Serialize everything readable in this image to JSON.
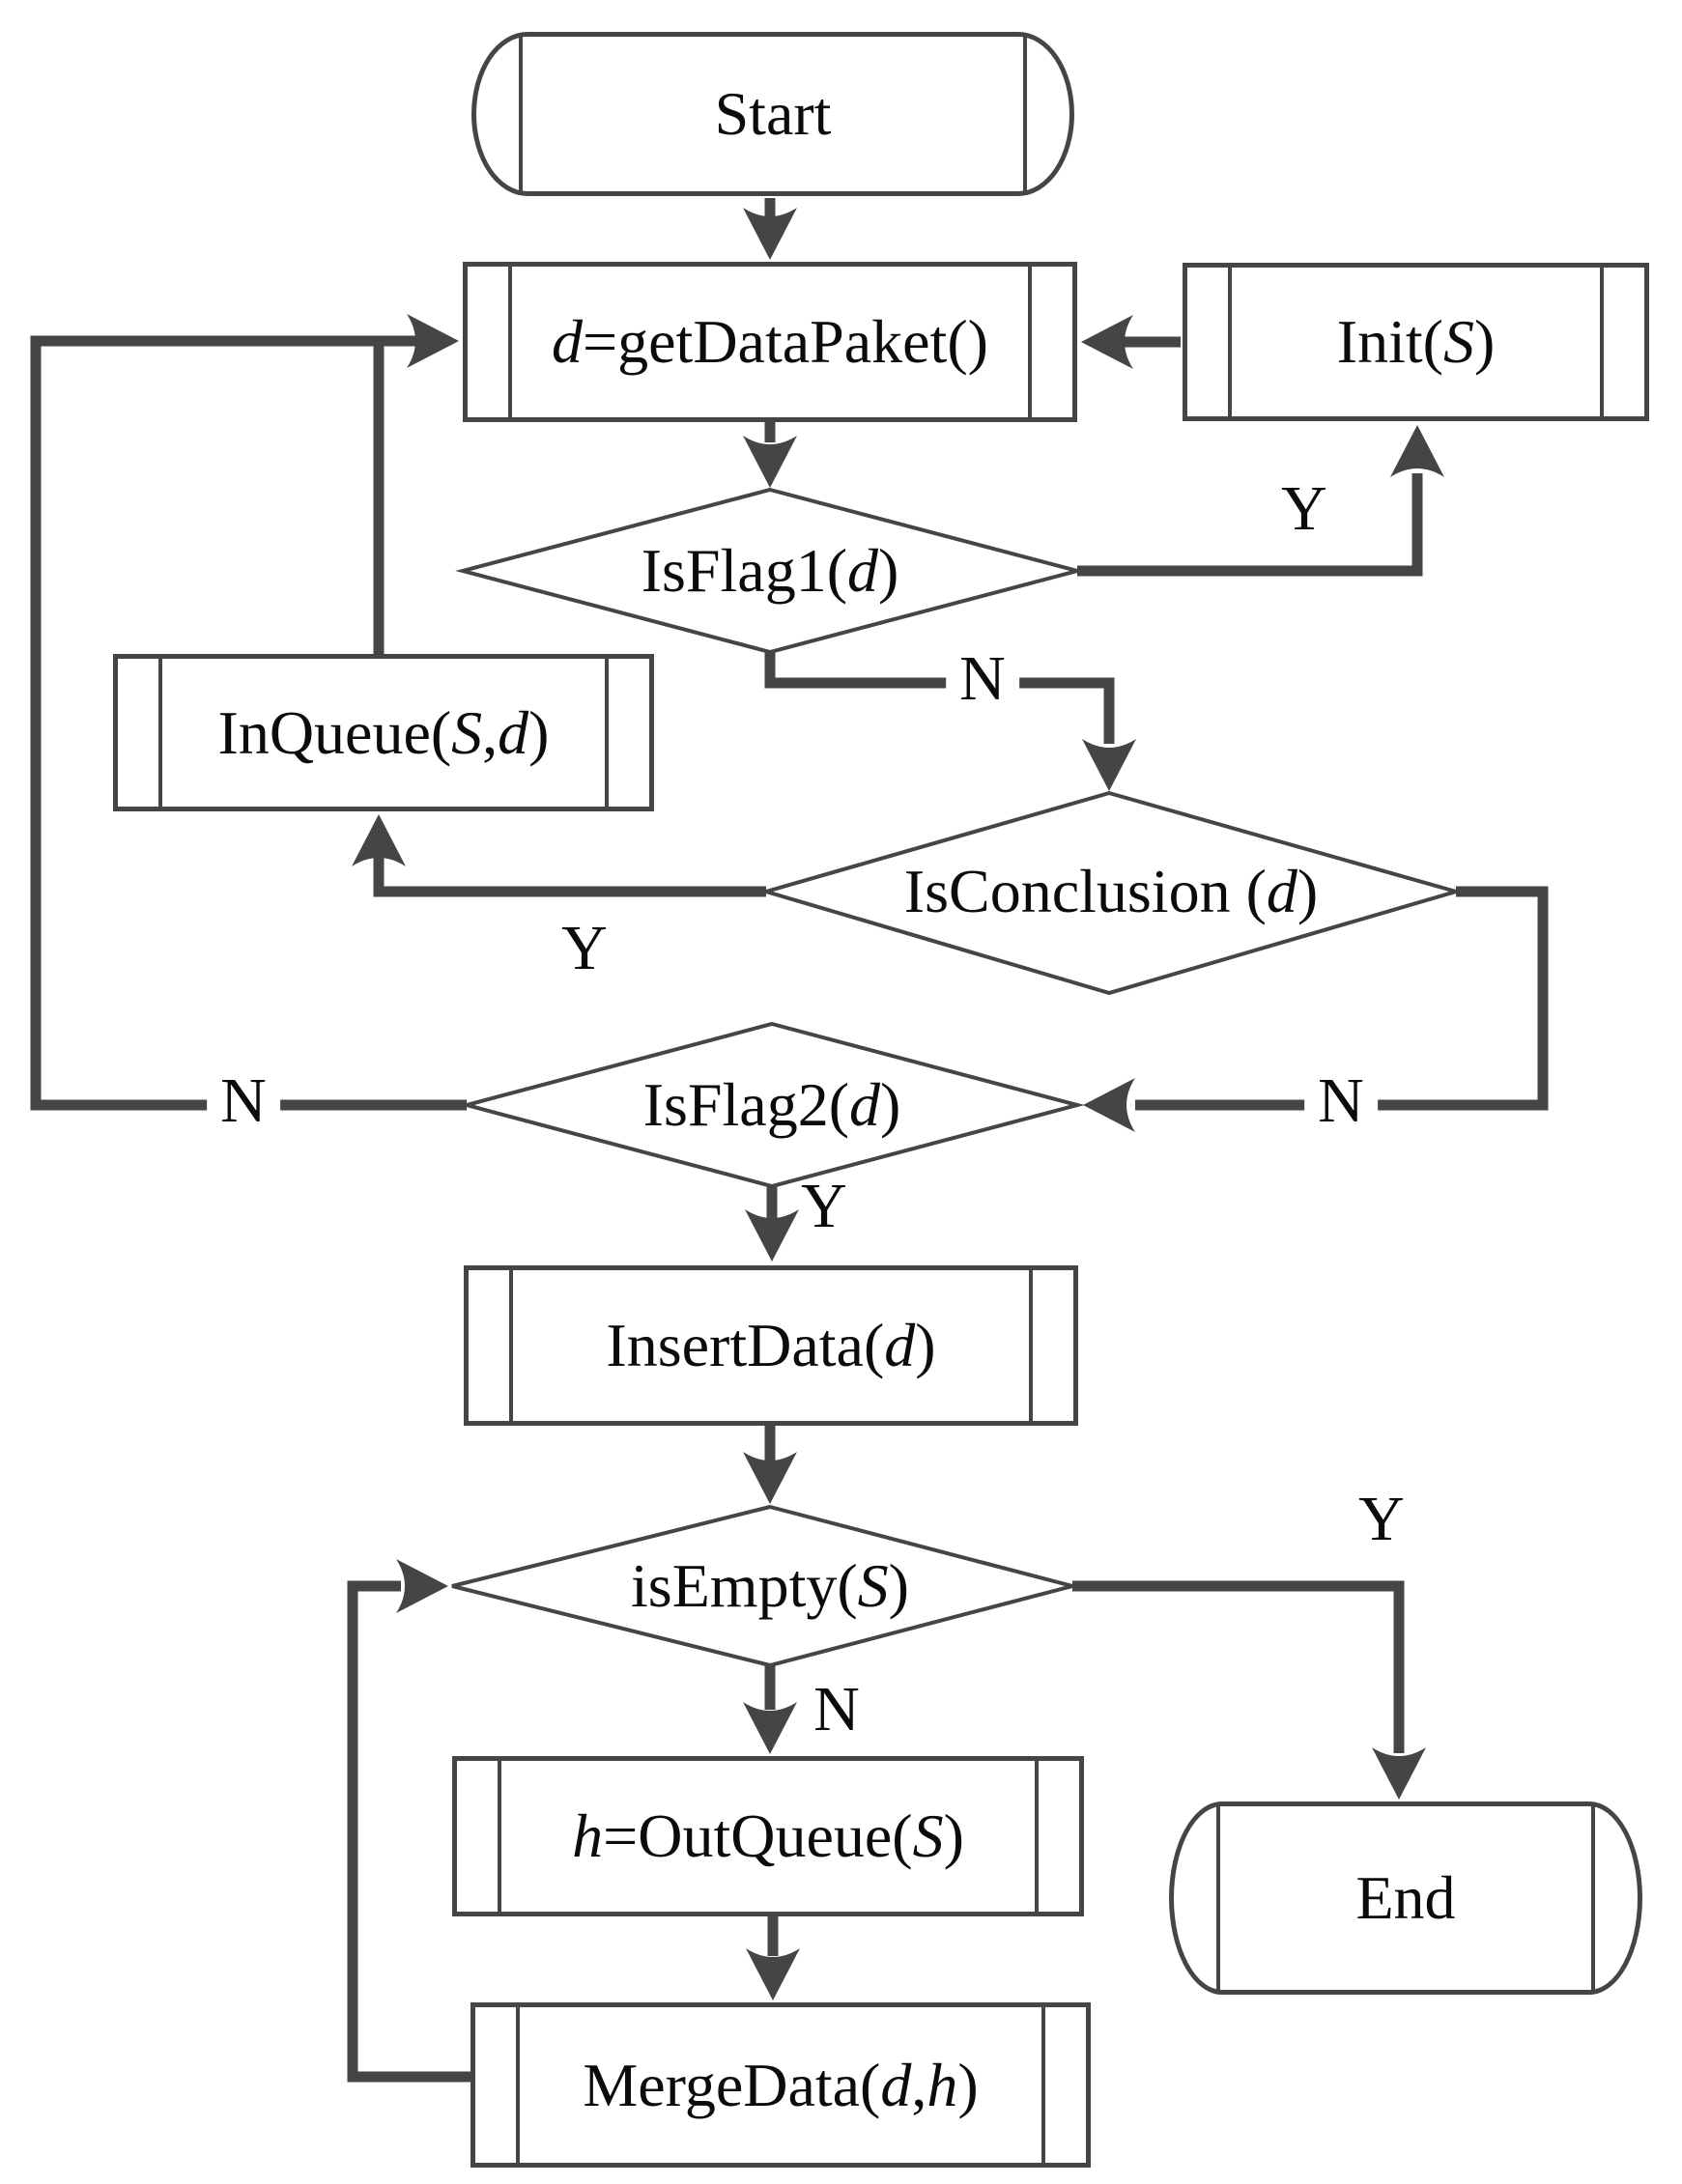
{
  "colors": {
    "stroke": "#454545",
    "text": "#0b0b0b",
    "background": "#ffffff"
  },
  "nodes": {
    "start": {
      "type": "terminator",
      "label": "Start",
      "segments": [
        {
          "text": "Start"
        }
      ]
    },
    "getDataPaket": {
      "type": "predefined-process",
      "label": "d=getDataPaket()",
      "segments": [
        {
          "text": "d",
          "italic": true
        },
        {
          "text": "=getDataPaket()"
        }
      ]
    },
    "init": {
      "type": "predefined-process",
      "label": "Init(S)",
      "segments": [
        {
          "text": "Init("
        },
        {
          "text": "S",
          "italic": true
        },
        {
          "text": ")"
        }
      ]
    },
    "isFlag1": {
      "type": "decision",
      "label": "IsFlag1(d)",
      "segments": [
        {
          "text": "IsFlag1("
        },
        {
          "text": "d",
          "italic": true
        },
        {
          "text": ")"
        }
      ]
    },
    "inQueue": {
      "type": "predefined-process",
      "label": "InQueue(S,d)",
      "segments": [
        {
          "text": "InQueue("
        },
        {
          "text": "S",
          "italic": true
        },
        {
          "text": ","
        },
        {
          "text": "d",
          "italic": true
        },
        {
          "text": ")"
        }
      ]
    },
    "isConclusion": {
      "type": "decision",
      "label": "IsConclusion (d)",
      "segments": [
        {
          "text": "IsConclusion ("
        },
        {
          "text": "d",
          "italic": true
        },
        {
          "text": ")"
        }
      ]
    },
    "isFlag2": {
      "type": "decision",
      "label": "IsFlag2(d)",
      "segments": [
        {
          "text": "IsFlag2("
        },
        {
          "text": "d",
          "italic": true
        },
        {
          "text": ")"
        }
      ]
    },
    "insertData": {
      "type": "predefined-process",
      "label": "InsertData(d)",
      "segments": [
        {
          "text": "InsertData("
        },
        {
          "text": "d",
          "italic": true
        },
        {
          "text": ")"
        }
      ]
    },
    "isEmpty": {
      "type": "decision",
      "label": "isEmpty(S)",
      "segments": [
        {
          "text": "isEmpty("
        },
        {
          "text": "S",
          "italic": true
        },
        {
          "text": ")"
        }
      ]
    },
    "outQueue": {
      "type": "predefined-process",
      "label": "h=OutQueue(S)",
      "segments": [
        {
          "text": "h",
          "italic": true
        },
        {
          "text": "=OutQueue("
        },
        {
          "text": "S",
          "italic": true
        },
        {
          "text": ")"
        }
      ]
    },
    "end": {
      "type": "terminator",
      "label": "End",
      "segments": [
        {
          "text": "End"
        }
      ]
    },
    "mergeData": {
      "type": "predefined-process",
      "label": "MergeData(d,h)",
      "segments": [
        {
          "text": "MergeData("
        },
        {
          "text": "d",
          "italic": true
        },
        {
          "text": ","
        },
        {
          "text": "h",
          "italic": true
        },
        {
          "text": ")"
        }
      ]
    }
  },
  "edge_labels": {
    "isflag1_y": "Y",
    "isflag1_n": "N",
    "isconclusion_y": "Y",
    "isconclusion_n": "N",
    "isflag2_n": "N",
    "isflag2_y": "Y",
    "isempty_y": "Y",
    "isempty_n": "N"
  }
}
